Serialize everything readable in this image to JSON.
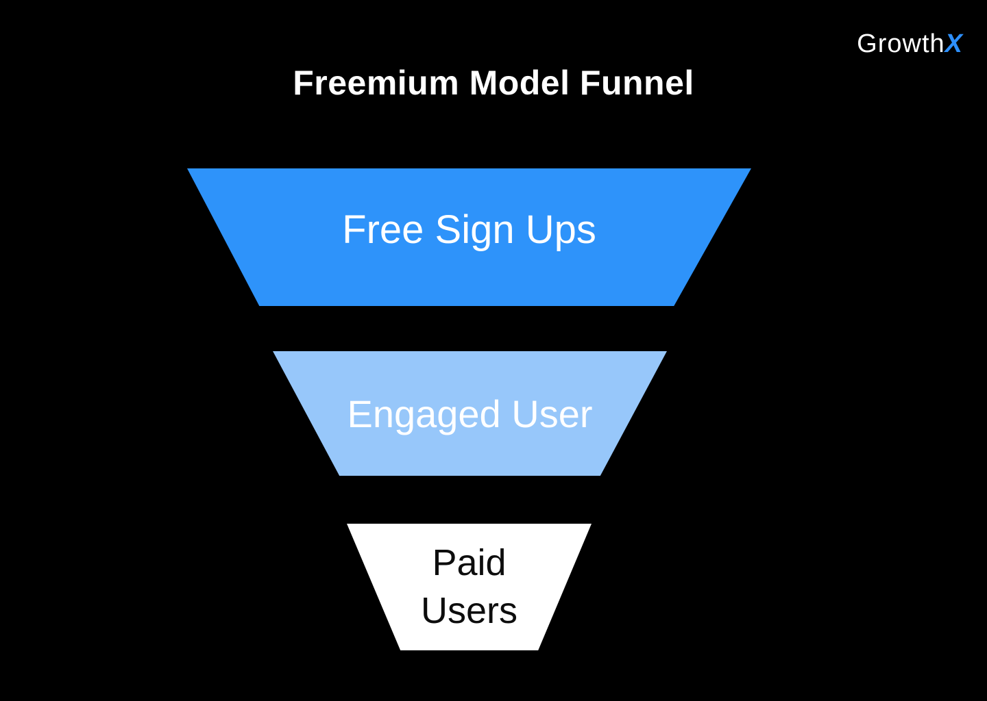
{
  "title": "Freemium Model Funnel",
  "logo": {
    "brand": "Growth",
    "suffix": "X"
  },
  "colors": {
    "background": "#000000",
    "title_text": "#FFFFFF",
    "logo_text": "#FFFFFF",
    "logo_x": "#2D8FFB"
  },
  "funnel": {
    "stages": [
      {
        "label": "Free Sign Ups",
        "fill": "#2E93FA",
        "text_color": "#FFFFFF"
      },
      {
        "label": "Engaged User",
        "fill": "#97C7FA",
        "text_color": "#FFFFFF"
      },
      {
        "label": "Paid Users",
        "fill": "#FFFFFF",
        "text_color": "#0D0D0D"
      }
    ]
  }
}
